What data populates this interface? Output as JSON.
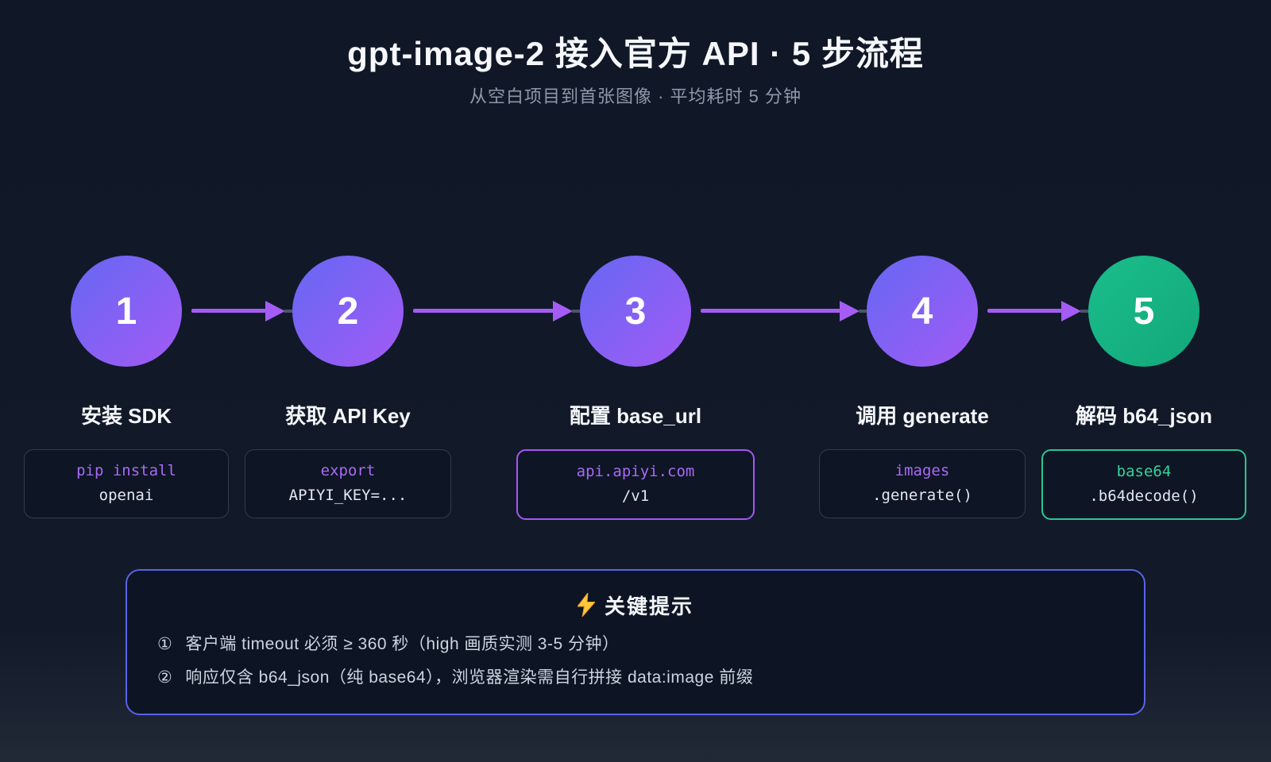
{
  "header": {
    "title": "gpt-image-2 接入官方 API · 5 步流程",
    "subtitle": "从空白项目到首张图像 · 平均耗时 5 分钟"
  },
  "steps": [
    {
      "number": "1",
      "label": "安装 SDK",
      "code_line1": "pip install",
      "code_line2": "openai",
      "accent": "purple",
      "box_style": "default"
    },
    {
      "number": "2",
      "label": "获取 API Key",
      "code_line1": "export",
      "code_line2": "APIYI_KEY=...",
      "accent": "purple",
      "box_style": "default"
    },
    {
      "number": "3",
      "label": "配置 base_url",
      "code_line1": "api.apiyi.com",
      "code_line2": "/v1",
      "accent": "purple",
      "box_style": "highlight-purple"
    },
    {
      "number": "4",
      "label": "调用 generate",
      "code_line1": "images",
      "code_line2": ".generate()",
      "accent": "purple",
      "box_style": "default"
    },
    {
      "number": "5",
      "label": "解码 b64_json",
      "code_line1": "base64",
      "code_line2": ".b64decode()",
      "accent": "green",
      "box_style": "highlight-green"
    }
  ],
  "tips": {
    "icon": "lightning-icon",
    "title": "关键提示",
    "items": [
      {
        "marker": "①",
        "text": "客户端 timeout 必须 ≥ 360 秒（high 画质实测 3-5 分钟）"
      },
      {
        "marker": "②",
        "text": "响应仅含 b64_json（纯 base64），浏览器渲染需自行拼接 data:image 前缀"
      }
    ]
  },
  "colors": {
    "background_top": "#101827",
    "background_bottom": "#212937",
    "accent_purple": "#a855f7",
    "circle_gradient_start": "#6568f3",
    "circle_gradient_end": "#a35af5",
    "success_green": "#17b787",
    "arrow_purple": "#a55cf5",
    "tip_border_indigo": "#5a63e6",
    "bolt_yellow": "#ffc83d",
    "code_box_bg": "#0e1524"
  }
}
